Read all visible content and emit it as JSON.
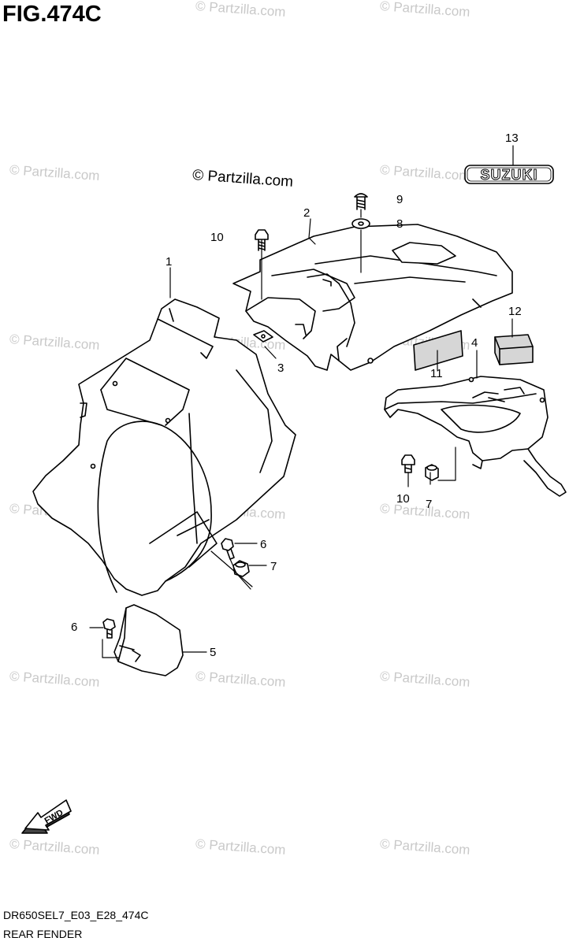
{
  "figure": {
    "title": "FIG.474C",
    "model_code": "DR650SEL7_E03_E28_474C",
    "section_name": "REAR FENDER",
    "copyright_label": "© Partzilla.com",
    "watermark_text": "© Partzilla.com"
  },
  "emblem": {
    "text": "SUZUKI"
  },
  "fwd_arrow": {
    "text": "FWD"
  },
  "callouts": [
    {
      "id": "c1",
      "label": "1"
    },
    {
      "id": "c2",
      "label": "2"
    },
    {
      "id": "c3",
      "label": "3"
    },
    {
      "id": "c4",
      "label": "4"
    },
    {
      "id": "c5",
      "label": "5"
    },
    {
      "id": "c6a",
      "label": "6"
    },
    {
      "id": "c6b",
      "label": "6"
    },
    {
      "id": "c7a",
      "label": "7"
    },
    {
      "id": "c7b",
      "label": "7"
    },
    {
      "id": "c8",
      "label": "8"
    },
    {
      "id": "c9",
      "label": "9"
    },
    {
      "id": "c10a",
      "label": "10"
    },
    {
      "id": "c10b",
      "label": "10"
    },
    {
      "id": "c11",
      "label": "11"
    },
    {
      "id": "c12",
      "label": "12"
    },
    {
      "id": "c13",
      "label": "13"
    }
  ],
  "colors": {
    "line": "#000000",
    "watermark": "#c9c9c9",
    "part_fill": "#ffffff",
    "decal_fill": "#d6d6d6"
  }
}
